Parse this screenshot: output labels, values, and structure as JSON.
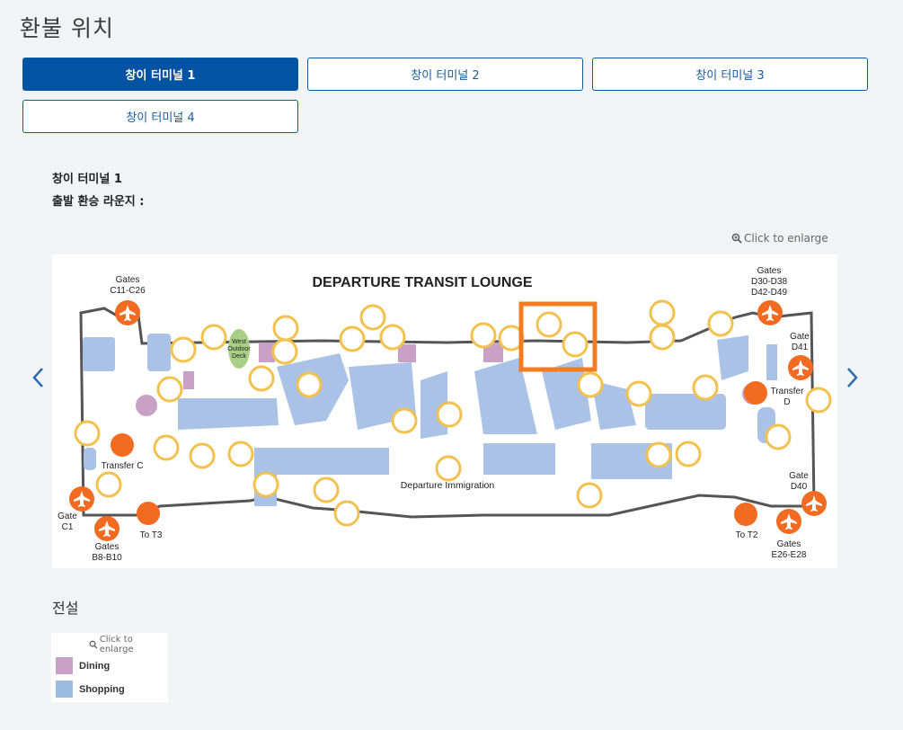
{
  "page": {
    "title": "환불 위치"
  },
  "tabs": [
    {
      "label": "창이 터미널 1",
      "active": true
    },
    {
      "label": "창이 터미널 2",
      "active": false
    },
    {
      "label": "창이 터미널 3",
      "active": false
    },
    {
      "label": "창이 터미널 4",
      "active": false
    }
  ],
  "info": {
    "terminal": "창이 터미널 1",
    "location": "출발 환승 라운지 :"
  },
  "map": {
    "enlarge_label": "Click to enlarge",
    "title": "DEPARTURE TRANSIT LOUNGE",
    "labels": {
      "gates_c11_c26": [
        "Gates",
        "C11-C26"
      ],
      "gates_d30": [
        "Gates",
        "D30-D38",
        "D42-D49"
      ],
      "gate_d41": [
        "Gate",
        "D41"
      ],
      "gate_d40": [
        "Gate",
        "D40"
      ],
      "gate_c1": [
        "Gate",
        "C1"
      ],
      "gates_b8": [
        "Gates",
        "B8-B10"
      ],
      "gates_e26": [
        "Gates",
        "E26-E28"
      ],
      "to_t3": "To T3",
      "to_t2": "To T2",
      "transfer_c": "Transfer C",
      "transfer_d": [
        "Transfer",
        "D"
      ],
      "departure_immigration": "Departure Immigration",
      "west_deck": [
        "West",
        "Outdoor",
        "Deck"
      ]
    },
    "highlight_color": "#f47c20"
  },
  "legend": {
    "title": "전설",
    "enlarge_label": "Click to enlarge",
    "items": [
      {
        "label": "Dining",
        "color": "#c9a0c6"
      },
      {
        "label": "Shopping",
        "color": "#9bbbe3"
      }
    ]
  },
  "colors": {
    "primary": "#0353a4",
    "orange": "#f26b21",
    "icon_ring": "#f2c14e"
  }
}
